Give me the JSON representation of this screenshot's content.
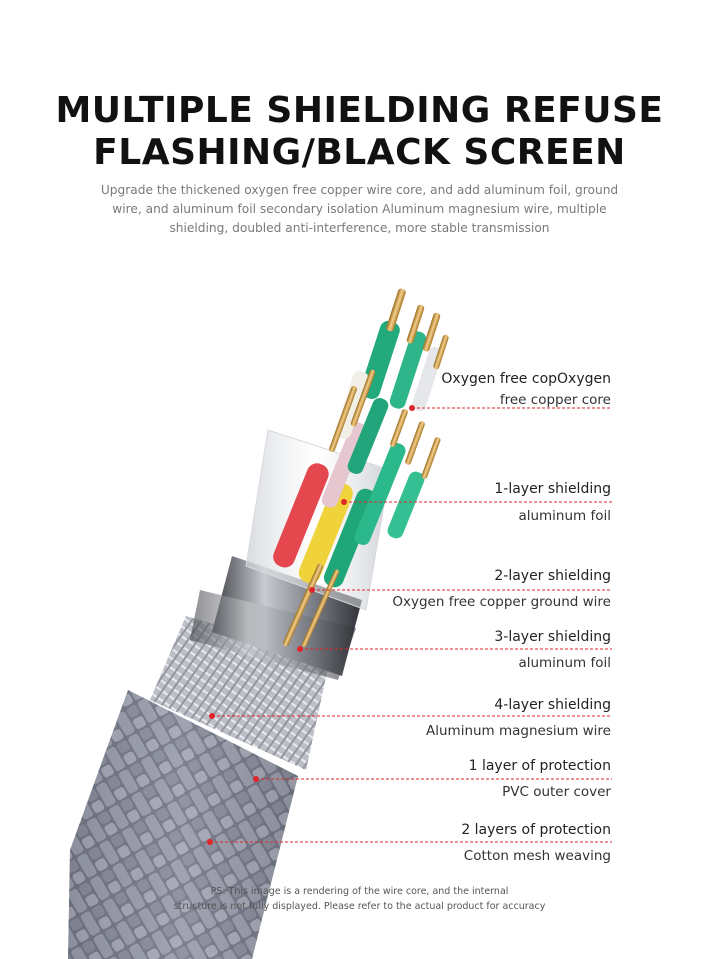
{
  "title": {
    "line1": "MULTIPLE SHIELDING REFUSE",
    "line2": "FLASHING/BLACK SCREEN"
  },
  "subtitle": "Upgrade the thickened oxygen free copper wire core, and add aluminum foil, ground wire, and aluminum foil secondary isolation Aluminum magnesium wire, multiple shielding, doubled anti-interference, more stable transmission",
  "callouts": [
    {
      "main": "Oxygen free copOxygen",
      "sub": "free copper core"
    },
    {
      "main": "1-layer shielding",
      "sub": "aluminum foil"
    },
    {
      "main": "2-layer shielding",
      "sub": "Oxygen free copper ground wire"
    },
    {
      "main": "3-layer shielding",
      "sub": "aluminum foil"
    },
    {
      "main": "4-layer shielding",
      "sub": "Aluminum magnesium wire"
    },
    {
      "main": "1 layer of protection",
      "sub": "PVC outer cover"
    },
    {
      "main": "2 layers of protection",
      "sub": "Cotton mesh weaving"
    }
  ],
  "footnote": {
    "line1": "PS: This image is a rendering of the wire core, and the internal",
    "line2": "structure is not fully displayed. Please refer to the actual product for accuracy"
  },
  "colors": {
    "callout_dot": "#e0262b",
    "callout_line": "#e0262b",
    "braid": "#7d8090",
    "wire_green": "#1fa77a",
    "wire_red": "#e5474f",
    "wire_yellow": "#f0d23a",
    "gold": "#d9a64a"
  }
}
